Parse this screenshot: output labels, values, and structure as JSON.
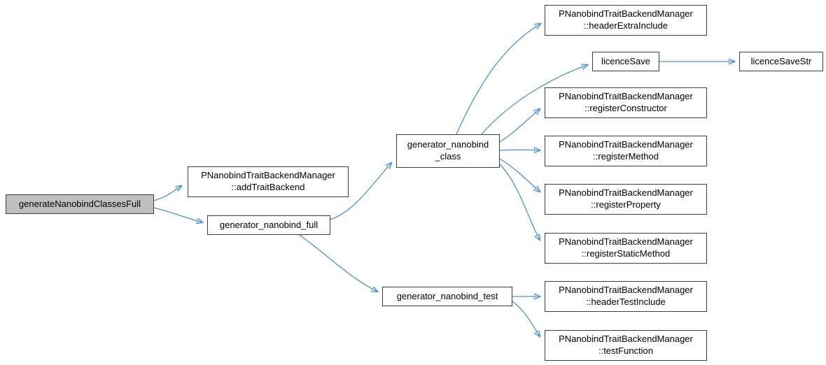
{
  "diagram": {
    "type": "call-graph",
    "background_color": "#ffffff",
    "arrow_color": "#4a90d9",
    "node_border_color": "#3d3d3d",
    "node_fill_color": "#ffffff",
    "root_node_fill_color": "#bfbfbf"
  },
  "nodes": {
    "root": {
      "label": "generateNanobindClassesFull"
    },
    "addTraitBackend": {
      "label": "PNanobindTraitBackendManager\n::addTraitBackend"
    },
    "generatorNanobindFull": {
      "label": "generator_nanobind_full"
    },
    "generatorNanobindClass": {
      "label": "generator_nanobind\n_class"
    },
    "generatorNanobindTest": {
      "label": "generator_nanobind_test"
    },
    "headerExtraInclude": {
      "label": "PNanobindTraitBackendManager\n::headerExtraInclude"
    },
    "licenceSave": {
      "label": "licenceSave"
    },
    "licenceSaveStr": {
      "label": "licenceSaveStr"
    },
    "registerConstructor": {
      "label": "PNanobindTraitBackendManager\n::registerConstructor"
    },
    "registerMethod": {
      "label": "PNanobindTraitBackendManager\n::registerMethod"
    },
    "registerProperty": {
      "label": "PNanobindTraitBackendManager\n::registerProperty"
    },
    "registerStaticMethod": {
      "label": "PNanobindTraitBackendManager\n::registerStaticMethod"
    },
    "headerTestInclude": {
      "label": "PNanobindTraitBackendManager\n::headerTestInclude"
    },
    "testFunction": {
      "label": "PNanobindTraitBackendManager\n::testFunction"
    }
  },
  "edges": [
    {
      "from": "generateNanobindClassesFull",
      "to": "PNanobindTraitBackendManager::addTraitBackend"
    },
    {
      "from": "generateNanobindClassesFull",
      "to": "generator_nanobind_full"
    },
    {
      "from": "generator_nanobind_full",
      "to": "generator_nanobind_class"
    },
    {
      "from": "generator_nanobind_full",
      "to": "generator_nanobind_test"
    },
    {
      "from": "generator_nanobind_class",
      "to": "PNanobindTraitBackendManager::headerExtraInclude"
    },
    {
      "from": "generator_nanobind_class",
      "to": "licenceSave"
    },
    {
      "from": "generator_nanobind_class",
      "to": "PNanobindTraitBackendManager::registerConstructor"
    },
    {
      "from": "generator_nanobind_class",
      "to": "PNanobindTraitBackendManager::registerMethod"
    },
    {
      "from": "generator_nanobind_class",
      "to": "PNanobindTraitBackendManager::registerProperty"
    },
    {
      "from": "generator_nanobind_class",
      "to": "PNanobindTraitBackendManager::registerStaticMethod"
    },
    {
      "from": "licenceSave",
      "to": "licenceSaveStr"
    },
    {
      "from": "generator_nanobind_test",
      "to": "PNanobindTraitBackendManager::headerTestInclude"
    },
    {
      "from": "generator_nanobind_test",
      "to": "PNanobindTraitBackendManager::testFunction"
    }
  ]
}
